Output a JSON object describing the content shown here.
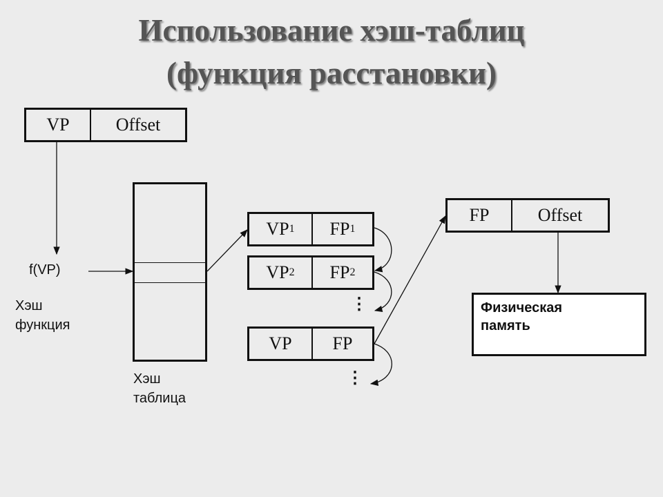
{
  "title": {
    "line1": "Использование хэш-таблиц",
    "line2": "(функция расстановки)"
  },
  "virtual_address": {
    "left": "VP",
    "right": "Offset"
  },
  "hash_function": {
    "input": "f(VP)",
    "label_line1": "Хэш",
    "label_line2": "функция"
  },
  "hash_table": {
    "label_line1": "Хэш",
    "label_line2": "таблица"
  },
  "chain": [
    {
      "vp": "VP",
      "vp_sub": "1",
      "fp": "FP",
      "fp_sub": "1"
    },
    {
      "vp": "VP",
      "vp_sub": "2",
      "fp": "FP",
      "fp_sub": "2"
    },
    {
      "vp": "VP",
      "vp_sub": "",
      "fp": "FP",
      "fp_sub": ""
    }
  ],
  "ellipsis": "⋮",
  "physical_address": {
    "left": "FP",
    "right": "Offset"
  },
  "physical_memory": {
    "line1": "Физическая",
    "line2": "память"
  }
}
